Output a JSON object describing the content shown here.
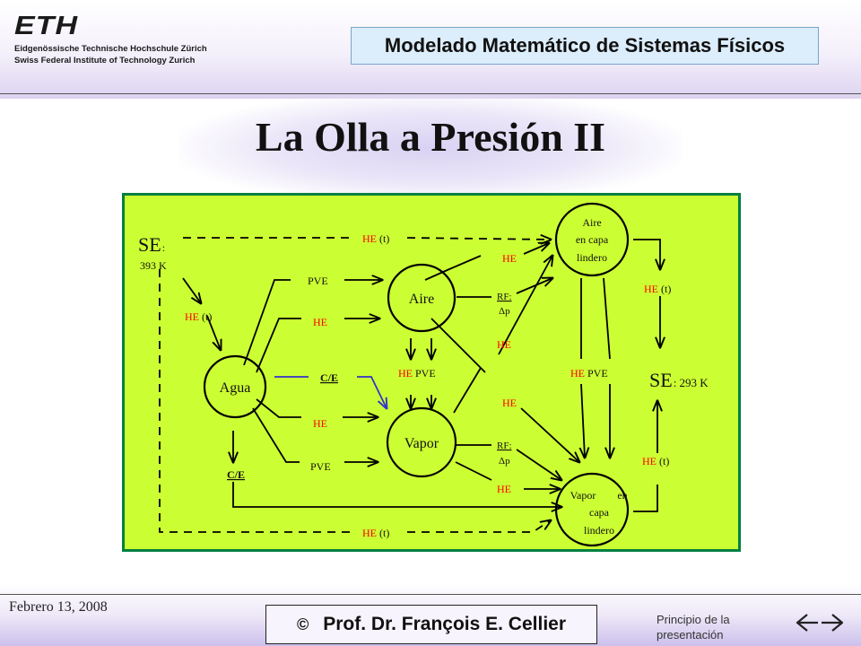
{
  "header": {
    "logo_mark": "ETH",
    "logo_line1": "Eidgenössische Technische Hochschule Zürich",
    "logo_line2": "Swiss Federal Institute of Technology Zurich",
    "title": "Modelado Matemático de Sistemas Físicos"
  },
  "slide": {
    "title": "La Olla a Presión II"
  },
  "diagram": {
    "colors": {
      "background": "#ccff33",
      "border": "#008040",
      "heat_label": "#ff0000",
      "capacitive_arrow": "#3333cc"
    },
    "nodes": {
      "se_left": {
        "main": "SE",
        "sub": ":",
        "value": "393 K"
      },
      "se_right": {
        "main": "SE",
        "value": ": 293 K"
      },
      "agua": "Agua",
      "aire": "Aire",
      "vapor": "Vapor",
      "aire_capa": [
        "Aire",
        "en capa",
        "lindero"
      ],
      "vapor_capa": [
        "Vapor",
        "en",
        "capa",
        "lindero"
      ]
    },
    "labels": {
      "he": "HE",
      "t": "(t)",
      "pve": "PVE",
      "ce": "C/E",
      "rf": "RF:",
      "dp": "Δp"
    }
  },
  "footer": {
    "date": "Febrero 13, 2008",
    "copyright_symbol": "©",
    "author": "Prof. Dr. François E. Cellier",
    "link_line1": "Principio de la",
    "link_line2": "presentación"
  }
}
